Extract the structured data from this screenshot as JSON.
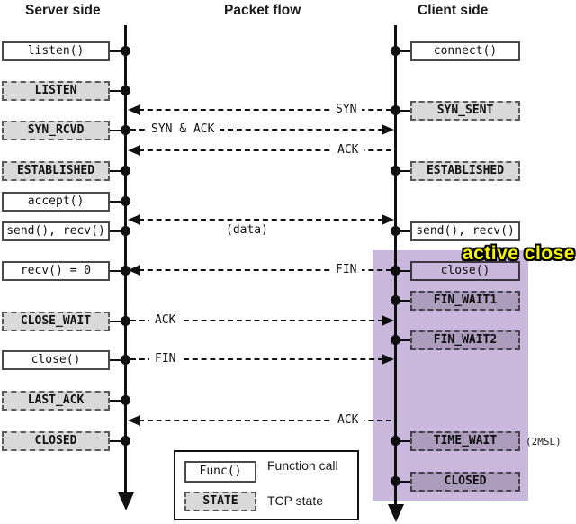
{
  "titles": {
    "server": "Server side",
    "packet_flow": "Packet flow",
    "client": "Client side"
  },
  "server_items": {
    "listen": "listen()",
    "state_listen": "LISTEN",
    "state_syn_rcvd": "SYN_RCVD",
    "state_established": "ESTABLISHED",
    "accept": "accept()",
    "send_recv": "send(), recv()",
    "recv_zero": "recv() = 0",
    "state_close_wait": "CLOSE_WAIT",
    "close": "close()",
    "state_last_ack": "LAST_ACK",
    "state_closed": "CLOSED"
  },
  "client_items": {
    "connect": "connect()",
    "state_syn_sent": "SYN_SENT",
    "state_established": "ESTABLISHED",
    "send_recv": "send(), recv()",
    "close": "close()",
    "state_fin_wait1": "FIN_WAIT1",
    "state_fin_wait2": "FIN_WAIT2",
    "state_time_wait": "TIME_WAIT",
    "state_closed": "CLOSED"
  },
  "packets": {
    "syn": "SYN",
    "syn_ack": "SYN & ACK",
    "ack_handshake": "ACK",
    "data": "(data)",
    "fin_client": "FIN",
    "ack_server": "ACK",
    "fin_server": "FIN",
    "ack_final": "ACK"
  },
  "annotations": {
    "active_close": "active close",
    "msl": "(2MSL)"
  },
  "legend": {
    "func_sample": "Func()",
    "func_desc": "Function call",
    "state_sample": "STATE",
    "state_desc": "TCP state"
  },
  "colors": {
    "highlight_purple": "#c9b7dc",
    "state_gray": "#d9d9d9",
    "active_close_yellow": "#f5f500",
    "line_black": "#111111"
  }
}
